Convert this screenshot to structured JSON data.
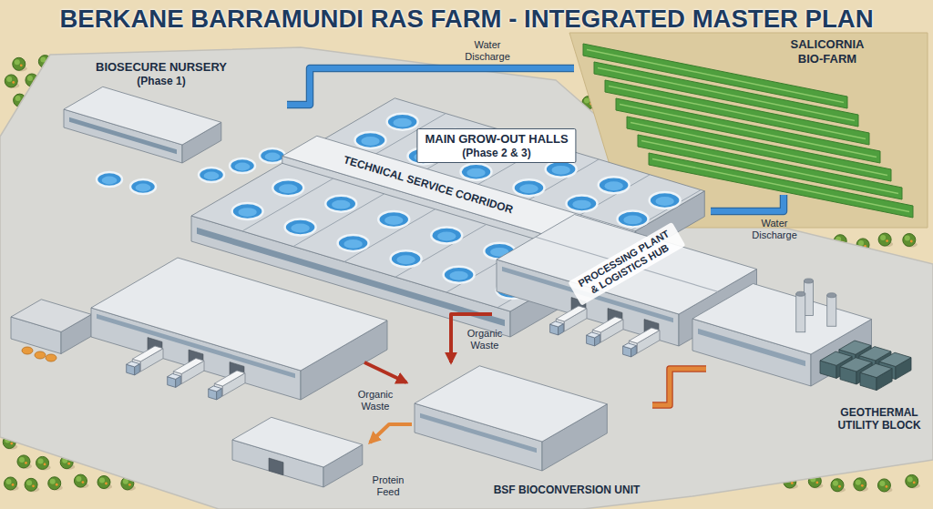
{
  "diagram": {
    "title": "BERKANE BARRAMUNDI RAS FARM - INTEGRATED MASTER PLAN",
    "nodes": [
      {
        "text": [
          "BIOSECURE NURSERY",
          "(Phase 1)"
        ]
      },
      {
        "text": [
          "MAIN GROW-OUT HALLS",
          "(Phase 2 & 3)"
        ]
      },
      {
        "text": [
          "TECHNICAL SERVICE CORRIDOR"
        ],
        "in": 1
      },
      {
        "text": [
          "SALICORNIA BIO-FARM"
        ]
      },
      {
        "text": [
          "PROCESSING PLANT & LOGISTICS HUB"
        ]
      },
      {
        "text": [
          "BSF BIOCONVERSION UNIT"
        ]
      },
      {
        "text": [
          "GEOTHERMAL UTILITY BLOCK"
        ]
      }
    ],
    "edges": [
      {
        "from": 0,
        "to": 3,
        "label": "Water Discharge",
        "arrow": "none"
      },
      {
        "from": 1,
        "to": 3,
        "label": "Water Discharge",
        "arrow": "none"
      },
      {
        "from": 4,
        "to": 5,
        "label": "Organic Waste",
        "arrow": "to"
      },
      {
        "from": 6,
        "to": 5,
        "arrow": "none"
      }
    ],
    "labels": [
      "Organic Waste",
      "Protein Feed"
    ]
  }
}
